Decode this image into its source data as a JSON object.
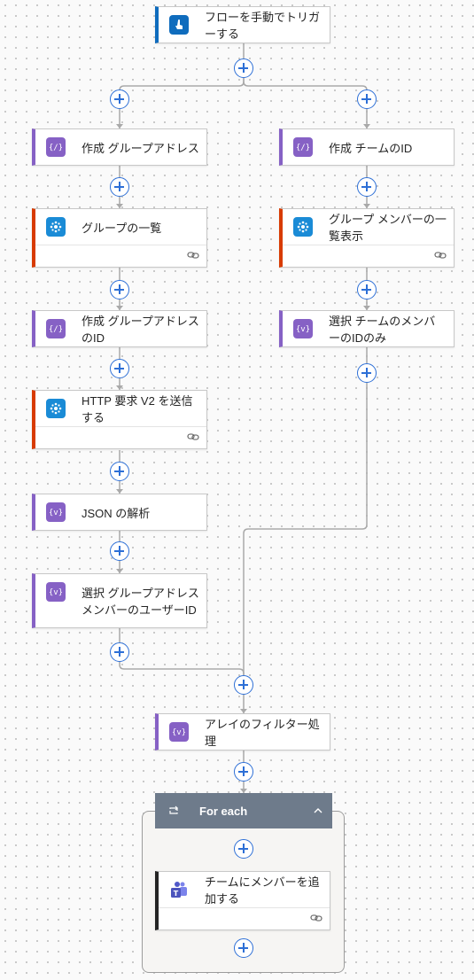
{
  "trigger": {
    "title": "フローを手動でトリガーする",
    "icon": "hand-touch-icon",
    "accent": "#0f6cbd"
  },
  "branch_left": [
    {
      "title": "作成 グループアドレス",
      "icon": "compose-icon",
      "accent": "#8661c5",
      "has_link": false
    },
    {
      "title": "グループの一覧",
      "icon": "office365-groups-icon",
      "accent": "#d83b01",
      "has_link": true
    },
    {
      "title": "作成 グループアドレスのID",
      "icon": "compose-icon",
      "accent": "#8661c5",
      "has_link": false
    },
    {
      "title": "HTTP 要求 V2 を送信する",
      "icon": "office365-groups-icon",
      "accent": "#d83b01",
      "has_link": true
    },
    {
      "title": "JSON の解析",
      "icon": "data-operation-icon",
      "accent": "#8661c5",
      "has_link": false
    },
    {
      "title": "選択 グループアドレスメンバーのユーザーID",
      "icon": "data-operation-icon",
      "accent": "#8661c5",
      "has_link": false
    }
  ],
  "branch_right": [
    {
      "title": "作成 チームのID",
      "icon": "compose-icon",
      "accent": "#8661c5",
      "has_link": false
    },
    {
      "title": "グループ メンバーの一覧表示",
      "icon": "office365-groups-icon",
      "accent": "#d83b01",
      "has_link": true
    },
    {
      "title": "選択 チームのメンバーのIDのみ",
      "icon": "data-operation-icon",
      "accent": "#8661c5",
      "has_link": false
    }
  ],
  "filter_action": {
    "title": "アレイのフィルター処理",
    "icon": "data-operation-icon",
    "accent": "#8661c5"
  },
  "foreach": {
    "label": "For each",
    "color": "#6e7b8b",
    "icon": "loop-icon",
    "collapse_icon": "chevron-up-icon"
  },
  "inner_action": {
    "title": "チームにメンバーを追加する",
    "icon": "teams-icon",
    "accent": "#242424",
    "has_link": true
  },
  "colors": {
    "add_button": "#2d6fd6",
    "connector": "#a9a9a9",
    "compose": "#8661c5",
    "groups": "#1a8bd6"
  }
}
